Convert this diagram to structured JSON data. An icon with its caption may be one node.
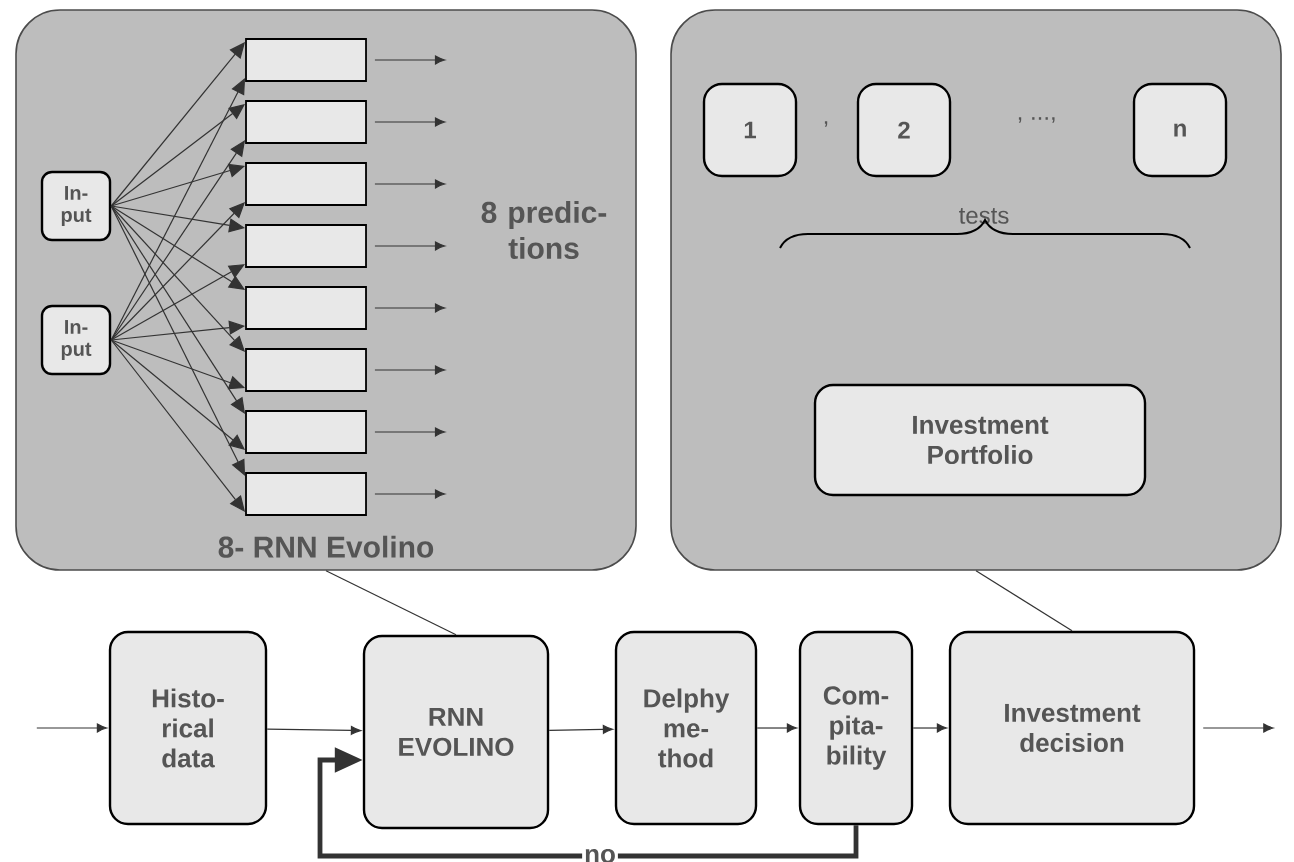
{
  "diagram": {
    "nodes": [
      {
        "text": [
          "8- RNN Evolino"
        ]
      },
      {
        "text": [
          "In- put"
        ],
        "in": 0
      },
      {
        "text": [
          "In- put"
        ],
        "in": 0
      },
      {
        "text": [],
        "shape": "box",
        "in": 0
      },
      {
        "text": [],
        "shape": "box",
        "in": 0
      },
      {
        "text": [],
        "shape": "box",
        "in": 0
      },
      {
        "text": [],
        "shape": "box",
        "in": 0
      },
      {
        "text": [],
        "shape": "box",
        "in": 0
      },
      {
        "text": [],
        "shape": "box",
        "in": 0
      },
      {
        "text": [],
        "shape": "box",
        "in": 0
      },
      {
        "text": [],
        "shape": "box",
        "in": 0
      },
      {
        "text": [],
        "shape": "box"
      },
      {
        "text": [
          "1"
        ],
        "in": 11
      },
      {
        "text": [
          "2"
        ],
        "in": 11
      },
      {
        "text": [
          "n"
        ],
        "in": 11
      },
      {
        "text": [
          "Investment Portfolio"
        ],
        "in": 11
      },
      {
        "text": [
          "Histo- rical data"
        ]
      },
      {
        "text": [
          "RNN EVOLINO"
        ]
      },
      {
        "text": [
          "Delphy me- thod"
        ]
      },
      {
        "text": [
          "Com- pita- bility"
        ]
      },
      {
        "text": [
          "Investment decision"
        ]
      }
    ],
    "edges": [
      {
        "from": 1,
        "to": 3,
        "arrow": "to"
      },
      {
        "from": 1,
        "to": 4,
        "arrow": "to"
      },
      {
        "from": 1,
        "to": 5,
        "arrow": "to"
      },
      {
        "from": 1,
        "to": 6,
        "arrow": "to"
      },
      {
        "from": 1,
        "to": 7,
        "arrow": "to"
      },
      {
        "from": 1,
        "to": 8,
        "arrow": "to"
      },
      {
        "from": 1,
        "to": 9,
        "arrow": "to"
      },
      {
        "from": 1,
        "to": 10,
        "arrow": "to"
      },
      {
        "from": 2,
        "to": 3,
        "arrow": "to"
      },
      {
        "from": 2,
        "to": 4,
        "arrow": "to"
      },
      {
        "from": 2,
        "to": 5,
        "arrow": "to"
      },
      {
        "from": 2,
        "to": 6,
        "arrow": "to"
      },
      {
        "from": 2,
        "to": 7,
        "arrow": "to"
      },
      {
        "from": 2,
        "to": 8,
        "arrow": "to"
      },
      {
        "from": 2,
        "to": 9,
        "arrow": "to"
      },
      {
        "from": 2,
        "to": 10,
        "arrow": "to"
      },
      {
        "from": 3,
        "to": null,
        "arrow": "to"
      },
      {
        "from": 4,
        "to": null,
        "arrow": "to"
      },
      {
        "from": 5,
        "to": null,
        "arrow": "to"
      },
      {
        "from": 6,
        "to": null,
        "arrow": "to"
      },
      {
        "from": 7,
        "to": null,
        "arrow": "to"
      },
      {
        "from": 8,
        "to": null,
        "arrow": "to"
      },
      {
        "from": 9,
        "to": null,
        "arrow": "to"
      },
      {
        "from": 10,
        "to": null,
        "arrow": "to"
      },
      {
        "from": null,
        "to": 16,
        "arrow": "to"
      },
      {
        "from": 16,
        "to": 17,
        "arrow": "to"
      },
      {
        "from": 17,
        "to": 18,
        "arrow": "to"
      },
      {
        "from": 18,
        "to": 19,
        "arrow": "to"
      },
      {
        "from": 19,
        "to": 20,
        "arrow": "to"
      },
      {
        "from": 20,
        "to": null,
        "arrow": "to"
      },
      {
        "from": 19,
        "to": 17,
        "arrow": "to",
        "label": "no",
        "style": "thick"
      },
      {
        "from": 0,
        "to": 17,
        "arrow": "none"
      },
      {
        "from": 11,
        "to": 20,
        "arrow": "none"
      }
    ],
    "labels": [
      "8 predic- tions",
      ",",
      ", ..., ",
      "tests"
    ]
  }
}
